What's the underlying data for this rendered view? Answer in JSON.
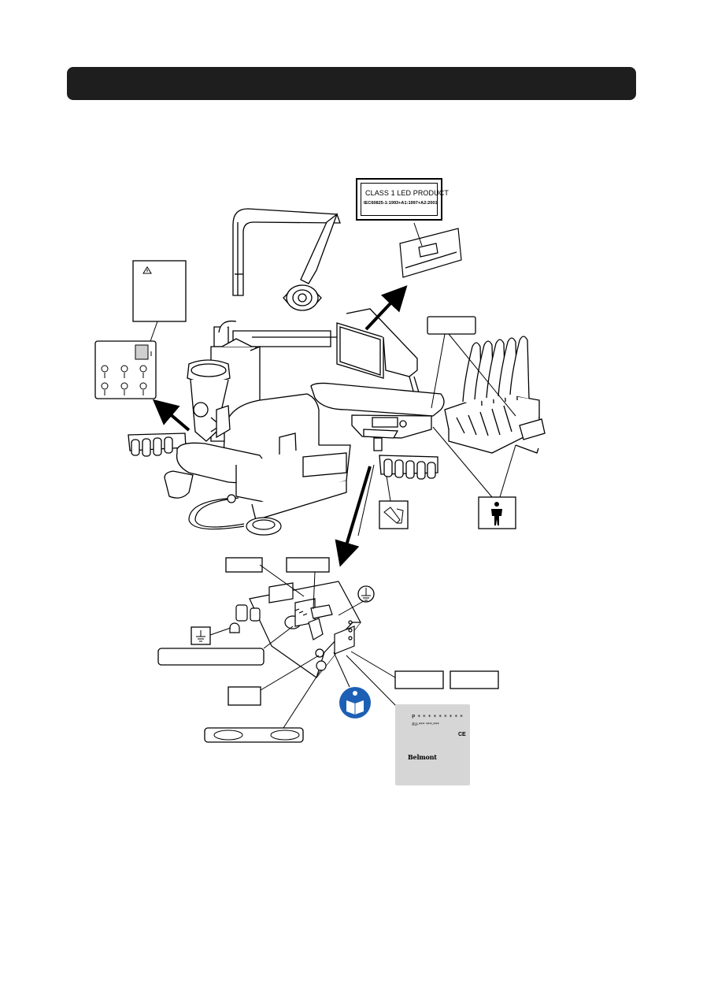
{
  "page": {
    "header_title": ""
  },
  "led_label": {
    "title": "CLASS 1 LED PRODUCT",
    "standard": "IEC60825-1:1993+A1:1997+A2:2001"
  },
  "rating_plate": {
    "serial": "P * * * * * * * * *",
    "model": "XU-*** ***-***",
    "ce_mark": "CE",
    "manufacturer": "Belmont"
  },
  "icons": {
    "warning": "warning-triangle-icon",
    "ground": "ground-symbol-icon",
    "applied_part": "type-b-applied-part-icon",
    "manual": "read-manual-icon",
    "hot_water": "hot-surface-icon"
  },
  "colors": {
    "header": "#1e1e1e",
    "plate": "#d6d6d6",
    "manual_icon": "#1d5fb5"
  }
}
